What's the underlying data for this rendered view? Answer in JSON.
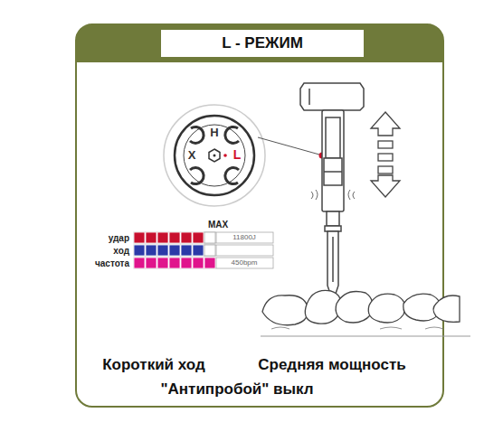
{
  "diagram": {
    "title": "L - РЕЖИМ",
    "labels": [
      "H",
      "X",
      "L",
      "MAX",
      "удар",
      "ход",
      "частота",
      "11800J",
      "450bpm",
      "Короткий ход",
      "Средняя мощность",
      "\"Антипробой\" выкл"
    ]
  }
}
